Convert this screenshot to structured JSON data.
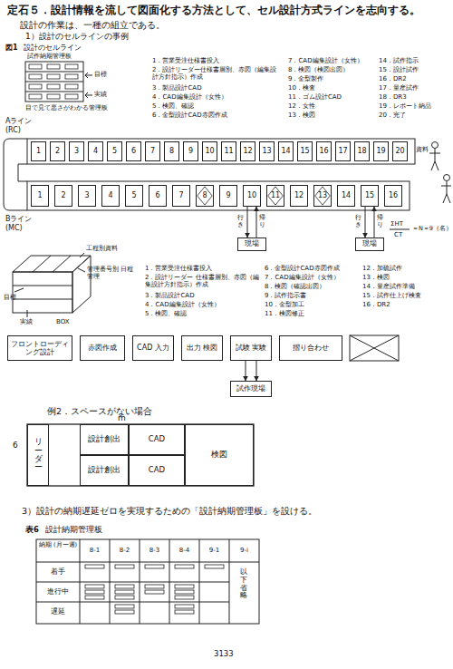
{
  "diagram": {
    "nodes": [
      {
        "text": [
          "1"
        ]
      },
      {
        "text": [
          "2"
        ]
      },
      {
        "text": [
          "3"
        ]
      },
      {
        "text": [
          "4"
        ]
      },
      {
        "text": [
          "5"
        ]
      },
      {
        "text": [
          "6"
        ]
      },
      {
        "text": [
          "7"
        ]
      },
      {
        "text": [
          "8"
        ]
      },
      {
        "text": [
          "9"
        ]
      },
      {
        "text": [
          "10"
        ]
      },
      {
        "text": [
          "11"
        ]
      },
      {
        "text": [
          "12"
        ]
      },
      {
        "text": [
          "13"
        ]
      },
      {
        "text": [
          "14"
        ]
      },
      {
        "text": [
          "15"
        ]
      },
      {
        "text": [
          "16"
        ]
      },
      {
        "text": [
          "17"
        ]
      },
      {
        "text": [
          "18"
        ]
      },
      {
        "text": [
          "19"
        ]
      },
      {
        "text": [
          "20"
        ]
      },
      {
        "text": [
          "1"
        ]
      },
      {
        "text": [
          "2"
        ]
      },
      {
        "text": [
          "3"
        ]
      },
      {
        "text": [
          "4"
        ]
      },
      {
        "text": [
          "5"
        ]
      },
      {
        "text": [
          "6"
        ]
      },
      {
        "text": [
          "7"
        ]
      },
      {
        "text": [
          "8"
        ]
      },
      {
        "text": [
          "9"
        ]
      },
      {
        "text": [
          "10"
        ]
      },
      {
        "text": [
          "11"
        ]
      },
      {
        "text": [
          "12"
        ]
      },
      {
        "text": [
          "13"
        ]
      },
      {
        "text": [
          "14"
        ]
      },
      {
        "text": [
          "15"
        ]
      },
      {
        "text": [
          "16"
        ]
      },
      {
        "text": [
          "現場"
        ]
      },
      {
        "text": [
          "現場"
        ]
      },
      {
        "text": [
          "フロントローディング設計"
        ]
      },
      {
        "text": [
          "赤図作成"
        ]
      },
      {
        "text": [
          "CAD 入力"
        ]
      },
      {
        "text": [
          "出力 検図"
        ]
      },
      {
        "text": [
          "試験 実験"
        ]
      },
      {
        "text": [
          "摺り合わせ"
        ]
      },
      {
        "text": [
          "試作現場"
        ]
      },
      {
        "text": [
          "リーダー"
        ]
      },
      {
        "text": [
          "設計創出"
        ]
      },
      {
        "text": [
          "CAD"
        ]
      },
      {
        "text": [
          "設計創出"
        ]
      },
      {
        "text": [
          "CAD"
        ]
      },
      {
        "text": [
          "検図"
        ]
      }
    ],
    "edges": [
      {
        "from": 29,
        "to": 36,
        "arrow": "to",
        "label": "行き"
      },
      {
        "from": 36,
        "to": 29,
        "arrow": "to",
        "label": "帰り"
      },
      {
        "from": 34,
        "to": 37,
        "arrow": "to",
        "label": "行き"
      },
      {
        "from": 37,
        "to": 34,
        "arrow": "to",
        "label": "帰り"
      },
      {
        "from": 42,
        "to": 44,
        "arrow": "to"
      },
      {
        "from": 42,
        "to": 44,
        "arrow": "to"
      }
    ],
    "labels": [
      "定石５．設計情報を流して図面化する方法として、セル設計方式ラインを志向する。",
      "設計の作業は、一種の組立である。",
      "1）設計のセルラインの事例",
      "図1",
      "設計のセルライン",
      "試作納期管理板",
      "目標",
      "実績",
      "目で見て悪さがわかる管理板",
      "1．営業受注仕様書投入",
      "2．設計リーダー仕様書層別、赤図（編集設計方針指示）作成",
      "3．製品設計CAD",
      "4．CAD編集設計（女性）",
      "5．検図、確認",
      "6．金型設計CAD赤図作成",
      "7．CAD編集設計（女性）",
      "8．検図（検図出図）",
      "9．金型製作",
      "10．検査",
      "11．ゴム設計CAD",
      "12．女性",
      "13．検図",
      "14．試作指示",
      "15．設計試作",
      "16．DR2",
      "17．量産試作",
      "18．DR3",
      "19．レポート納品",
      "20．完了",
      "Aライン (RC)",
      "資料",
      "Bライン (MC)",
      "ΣHT",
      "CT",
      "＝N＝9（名）",
      "工程別資料",
      "管理番号別 日程管理",
      "目標",
      "実績",
      "BOX",
      "1．営業受注仕様書投入",
      "2．設計リーダー 仕様書層別、赤図（編集設計方針指示）作成",
      "3．製品設計CAD",
      "4．CAD編集設計（女性）",
      "5．検図、確認",
      "6．金型設計CAD赤図作成",
      "7．CAD編集設計（女性）",
      "8．検図（確認出図）",
      "9．試作指示書",
      "10．金型加工",
      "11．検図修正",
      "12．加硫試作",
      "13．検図",
      "14．量産試作準備",
      "15．試作仕上げ検査",
      "16．DR2",
      "例2．スペースがない場合",
      "m",
      "6",
      "3）設計の納期遅延ゼロを実現するための「設計納期管理板」を設ける。",
      "表6",
      "設計納期管理板",
      "納期 (月ー週)",
      "8-1",
      "8-2",
      "8-3",
      "8-4",
      "9-1",
      "9-i",
      "着手",
      "進行中",
      "遅延",
      "以下省略",
      "3133"
    ]
  }
}
